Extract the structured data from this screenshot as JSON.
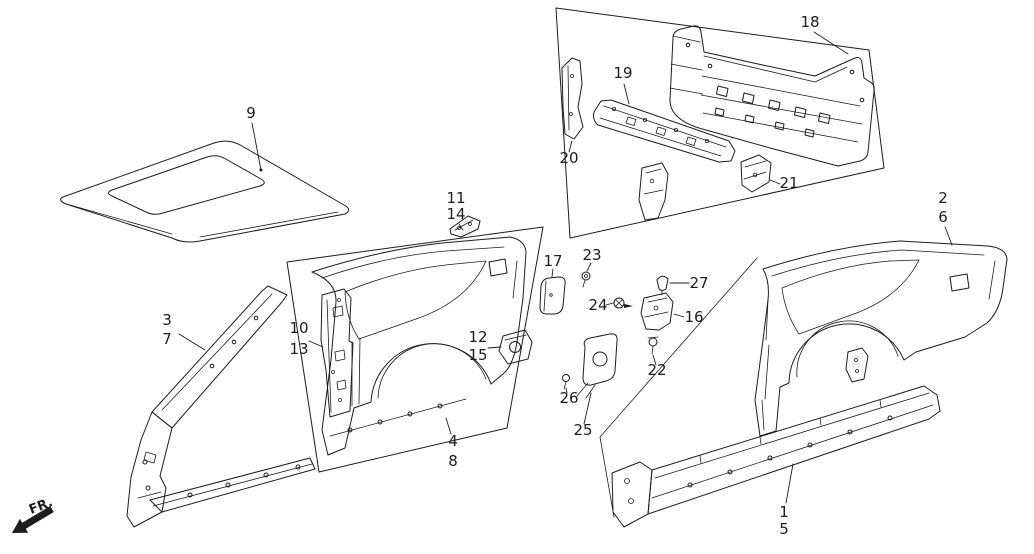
{
  "diagram": {
    "background": "#ffffff",
    "line_color": "#1c1c1c",
    "direction_label": "FR.",
    "callouts": {
      "n1": "1",
      "n2": "2",
      "n3": "3",
      "n4": "4",
      "n5": "5",
      "n6": "6",
      "n7": "7",
      "n8": "8",
      "n9": "9",
      "n10": "10",
      "n11": "11",
      "n12": "12",
      "n13": "13",
      "n14": "14",
      "n15": "15",
      "n16": "16",
      "n17": "17",
      "n18": "18",
      "n19": "19",
      "n20": "20",
      "n21": "21",
      "n22": "22",
      "n23": "23",
      "n24": "24",
      "n25": "25",
      "n26": "26",
      "n27": "27"
    }
  }
}
